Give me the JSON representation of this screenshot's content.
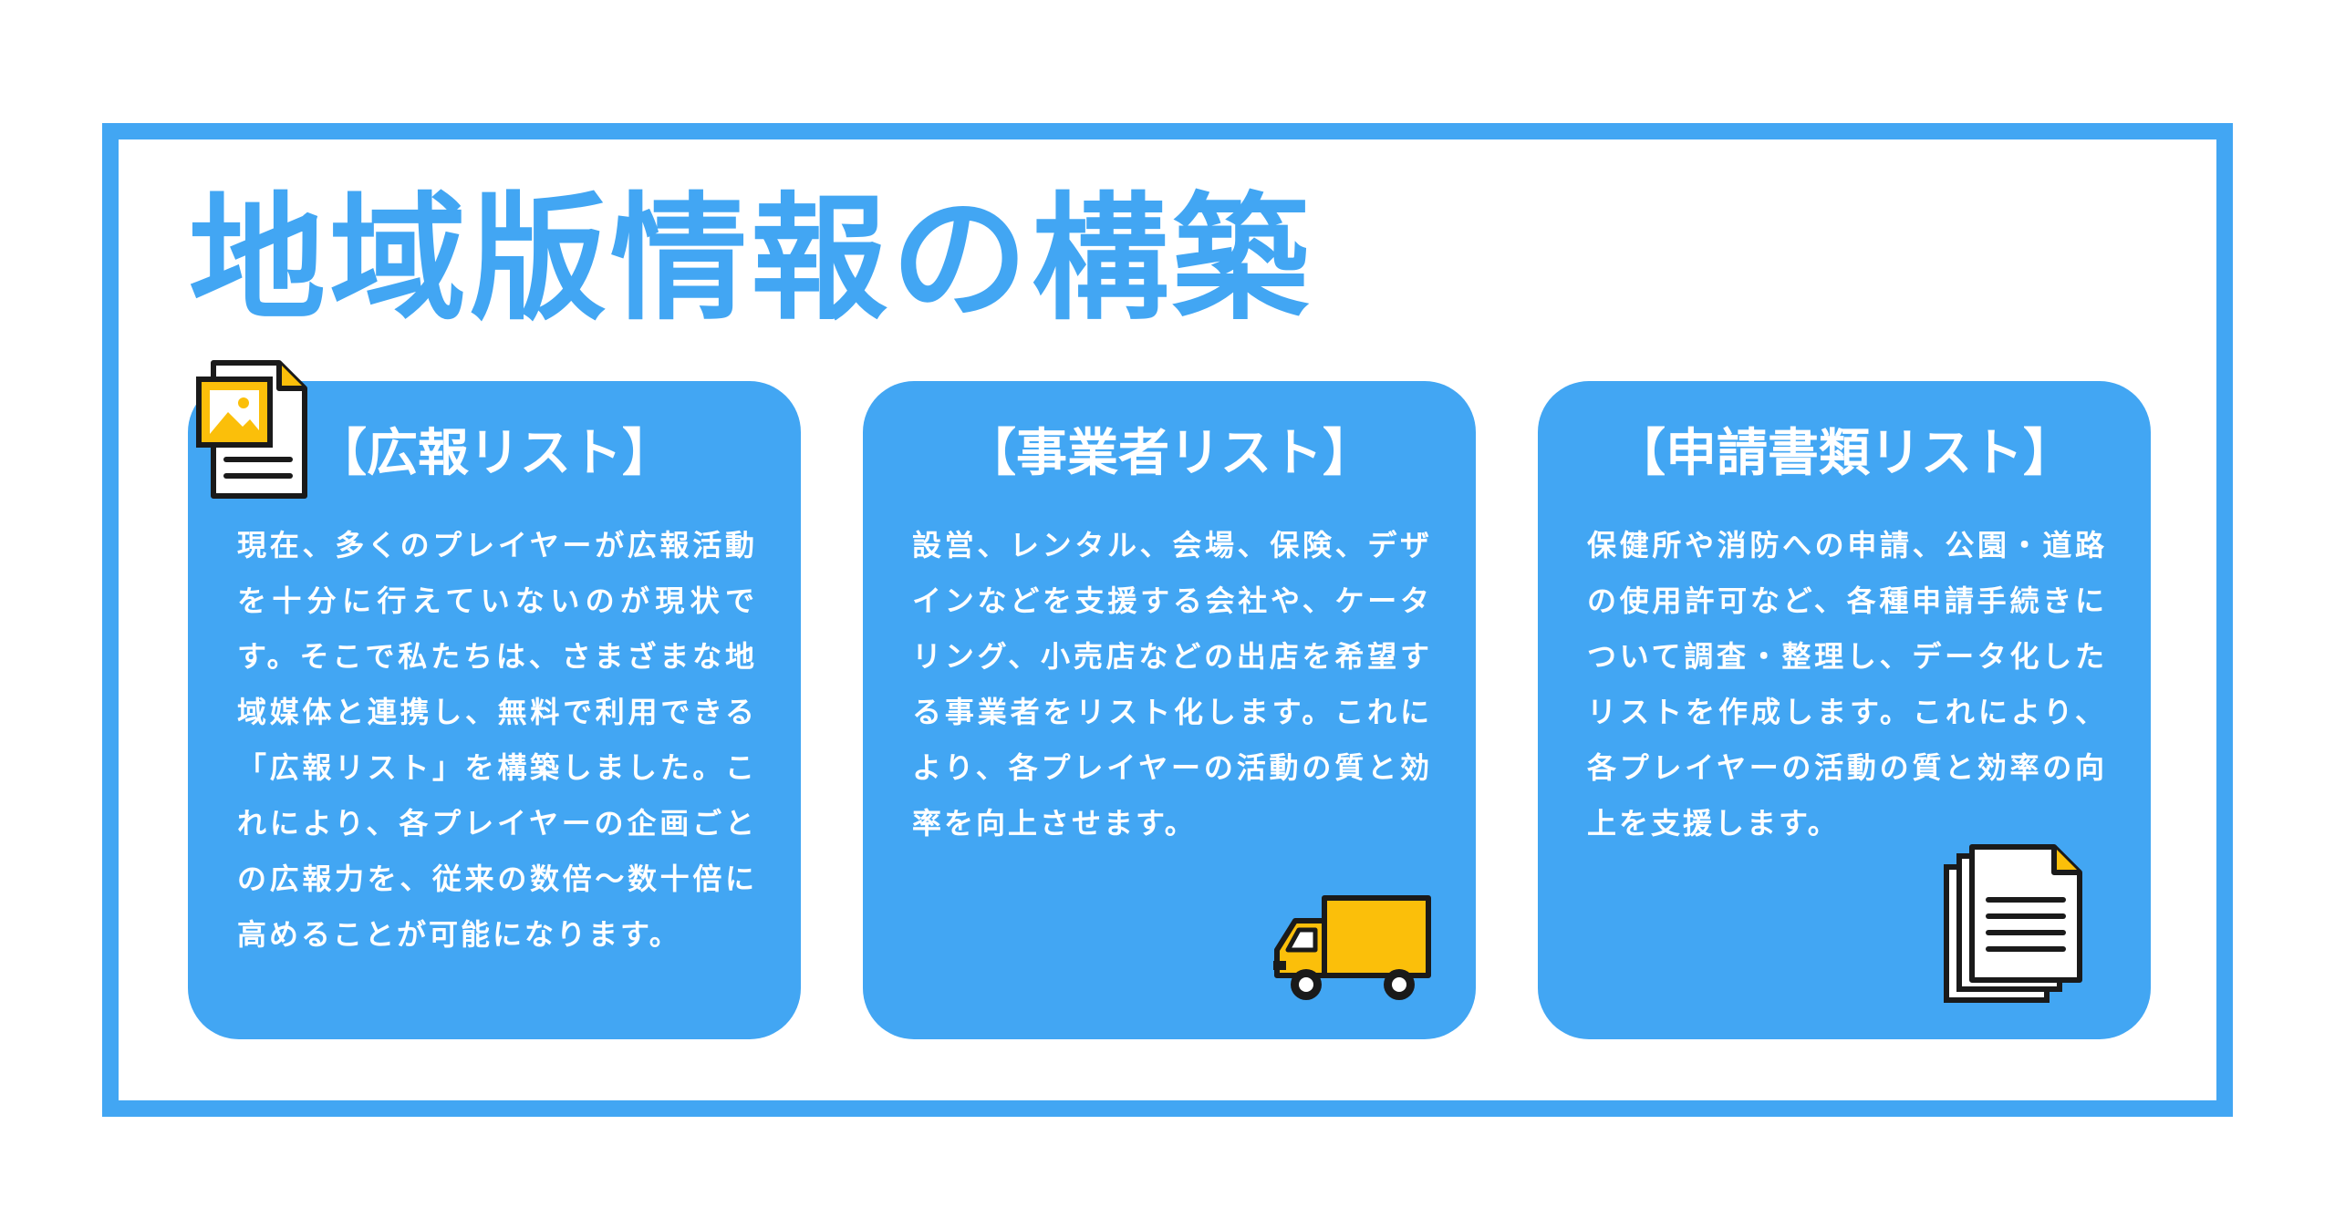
{
  "page": {
    "title": "地域版情報の構築"
  },
  "cards": [
    {
      "title": "【広報リスト】",
      "text": "現在、多くのプレイヤーが広報活動を十分に行えていないのが現状です。そこで私たちは、さまざまな地域媒体と連携し、無料で利用できる「広報リスト」を構築しました。これにより、各プレイヤーの企画ごとの広報力を、従来の数倍〜数十倍に高めることが可能になります。",
      "icon": "image-document-icon"
    },
    {
      "title": "【事業者リスト】",
      "text": "設営、レンタル、会場、保険、デザインなどを支援する会社や、ケータリング、小売店などの出店を希望する事業者をリスト化します。これにより、各プレイヤーの活動の質と効率を向上させます。",
      "icon": "delivery-truck-icon"
    },
    {
      "title": "【申請書類リスト】",
      "text": "保健所や消防への申請、公園・道路の使用許可など、各種申請手続きについて調査・整理し、データ化したリストを作成します。これにより、各プレイヤーの活動の質と効率の向上を支援します。",
      "icon": "stacked-documents-icon"
    }
  ],
  "colors": {
    "accent": "#42a6f3",
    "card_text": "#ffffff",
    "icon_yellow": "#fbbf0a",
    "icon_outline": "#1a1a1a"
  }
}
